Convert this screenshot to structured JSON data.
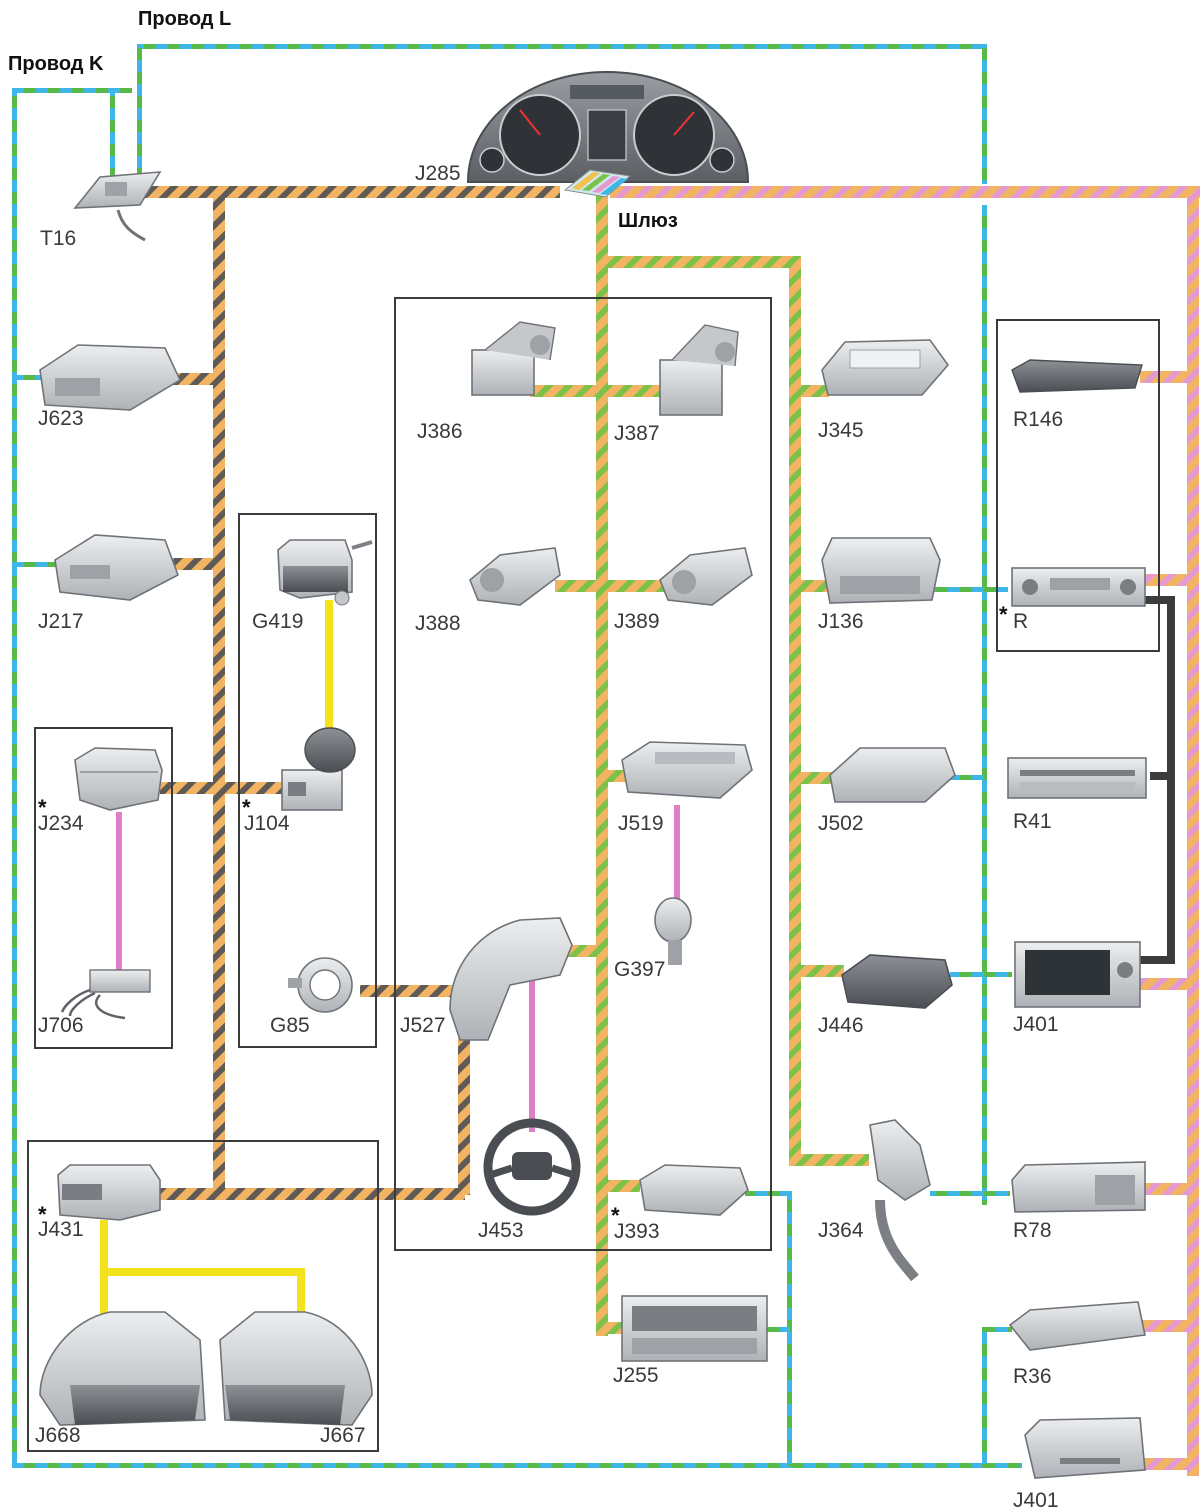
{
  "wire_labels": {
    "wire_l": "Провод  L",
    "wire_k": "Провод  K",
    "gateway": "Шлюз"
  },
  "labels": {
    "T16": "T16",
    "J285": "J285",
    "J623": "J623",
    "J217": "J217",
    "J234": "J234",
    "J706": "J706",
    "G419": "G419",
    "J104": "J104",
    "G85": "G85",
    "J431": "J431",
    "J668": "J668",
    "J667": "J667",
    "J386": "J386",
    "J387": "J387",
    "J388": "J388",
    "J389": "J389",
    "J519": "J519",
    "G397": "G397",
    "J527": "J527",
    "J453": "J453",
    "J393": "J393",
    "J255": "J255",
    "J345": "J345",
    "J136": "J136",
    "J502": "J502",
    "J446": "J446",
    "J364": "J364",
    "R146": "R146",
    "R": "R",
    "R41": "R41",
    "J401a": "J401",
    "R78": "R78",
    "R36": "R36",
    "J401b": "J401"
  },
  "star_marker": "*",
  "bus_colors": {
    "diagnostic_blue": "#3fb6e8",
    "diagnostic_green": "#57b947",
    "drive_orange": "#f2b463",
    "drive_dark": "#5f5a55",
    "comfort_green": "#7cc24a",
    "infotainment_pink": "#e49ad0",
    "sub_bus_yellow": "#f4e21c",
    "sub_bus_pink": "#de7fc8",
    "optical_black": "#3c3c3c"
  }
}
